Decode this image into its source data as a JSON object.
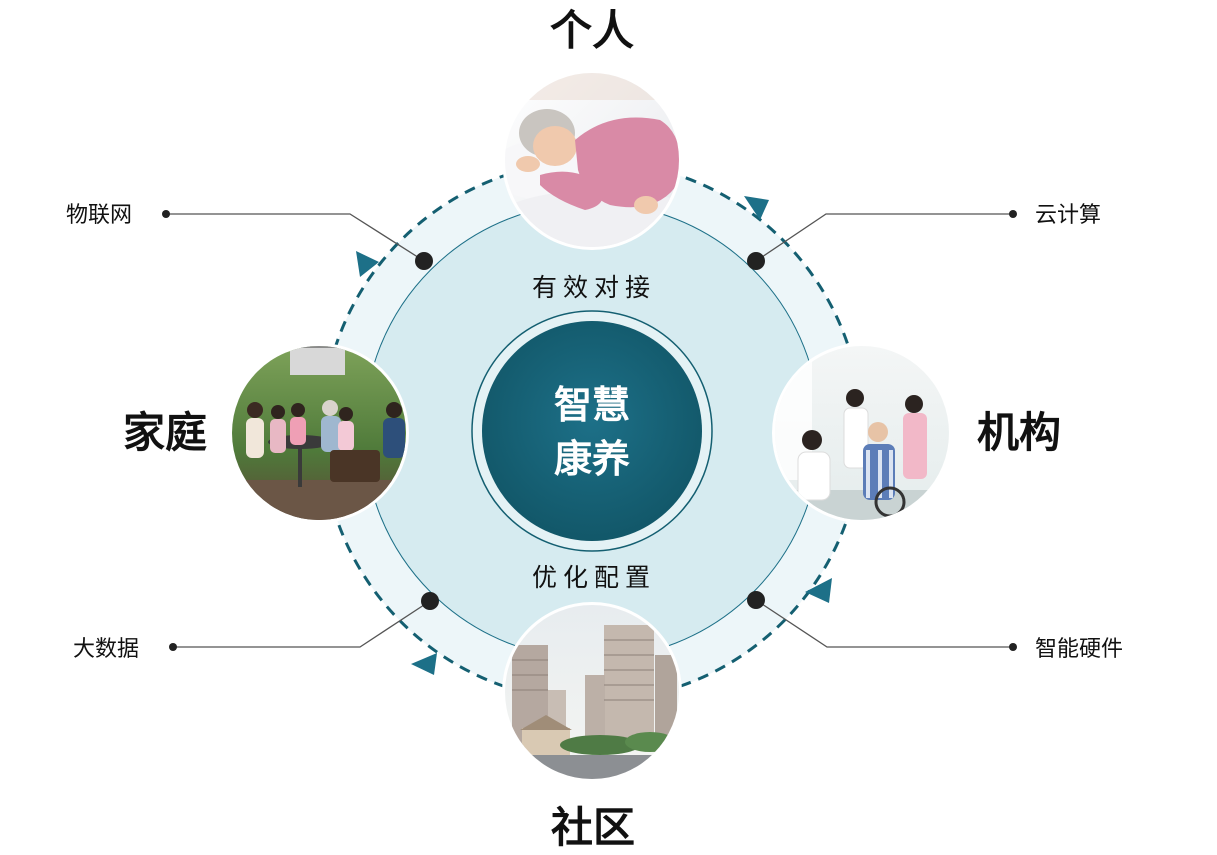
{
  "center": {
    "line1": "智慧",
    "line2": "康养"
  },
  "arcs": {
    "top": "有效对接",
    "bottom": "优化配置"
  },
  "nodes": {
    "top": {
      "label": "个人",
      "photo": "elderly-woman-sleeping-photo"
    },
    "left": {
      "label": "家庭",
      "photo": "family-gathering-photo"
    },
    "right": {
      "label": "机构",
      "photo": "nursing-care-photo"
    },
    "bottom": {
      "label": "社区",
      "photo": "residential-community-photo"
    }
  },
  "tech": {
    "top_left": "物联网",
    "top_right": "云计算",
    "bottom_left": "大数据",
    "bottom_right": "智能硬件"
  },
  "colors": {
    "teal_dark": "#145f71",
    "teal_mid": "#1d7088",
    "disc_light": "#d6ebf0",
    "ring_outer": "#edf6f9",
    "connector": "#555555",
    "dot": "#222222",
    "text_dark": "#111111"
  }
}
